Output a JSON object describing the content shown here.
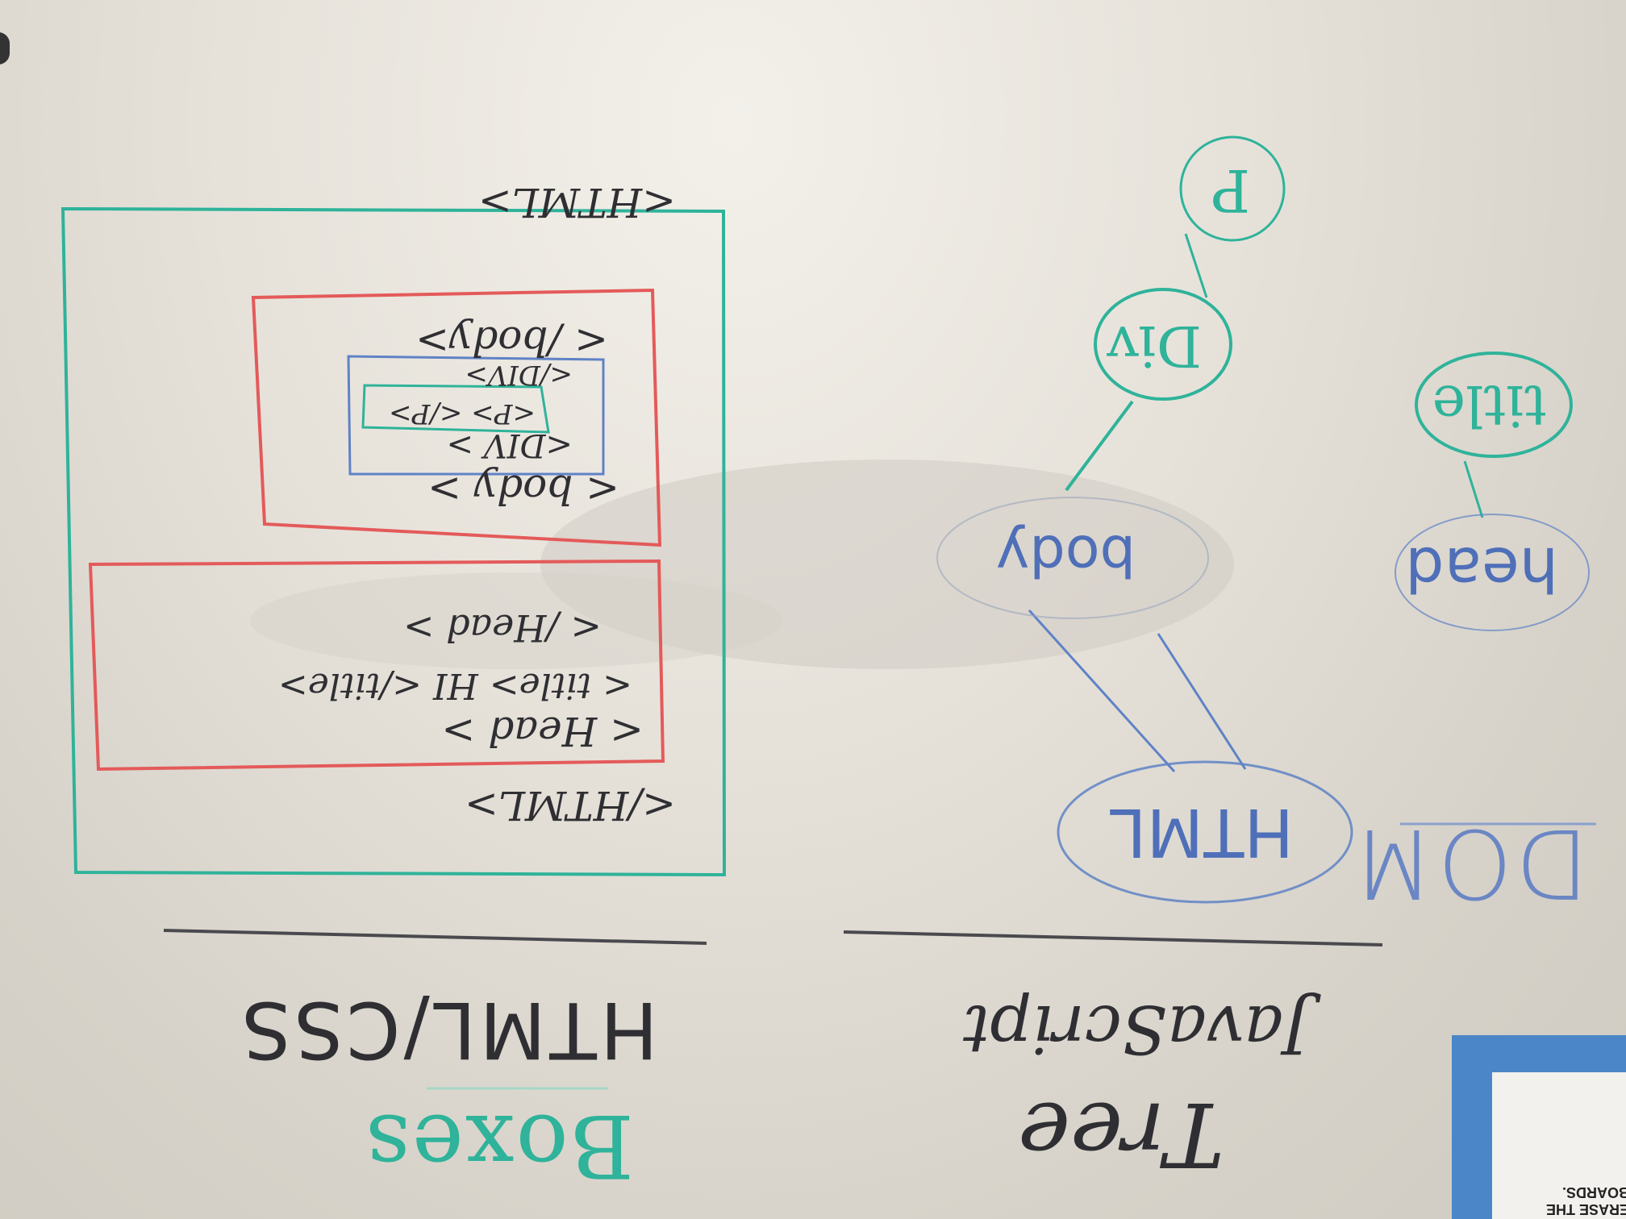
{
  "whiteboard": {
    "left_panel": {
      "heading": "Boxes",
      "subheading": "HTML/CSS",
      "outer_open": "<HTML>",
      "outer_close": "</HTML>",
      "head_open": "< Head >",
      "head_title": "< title> HI </title>",
      "head_close": "< /Head >",
      "body_open": "< body >",
      "div_open": "<DIV >",
      "p_line": "<P> </P>",
      "div_close": "</DIV>",
      "body_close": "< /body>"
    },
    "right_panel": {
      "heading": "Tree",
      "subheading": "JavaScript",
      "label": "DOM",
      "nodes": {
        "root": "HTML",
        "head": "head",
        "title": "title",
        "body": "body",
        "div": "Div",
        "p": "P"
      }
    },
    "poster": {
      "text": "ERASE THE\nBOARDS."
    },
    "marker_colors": {
      "black": "#2f2f33",
      "teal": "#2fb39a",
      "red": "#e45a5a",
      "blue": "#5f82c6"
    }
  }
}
